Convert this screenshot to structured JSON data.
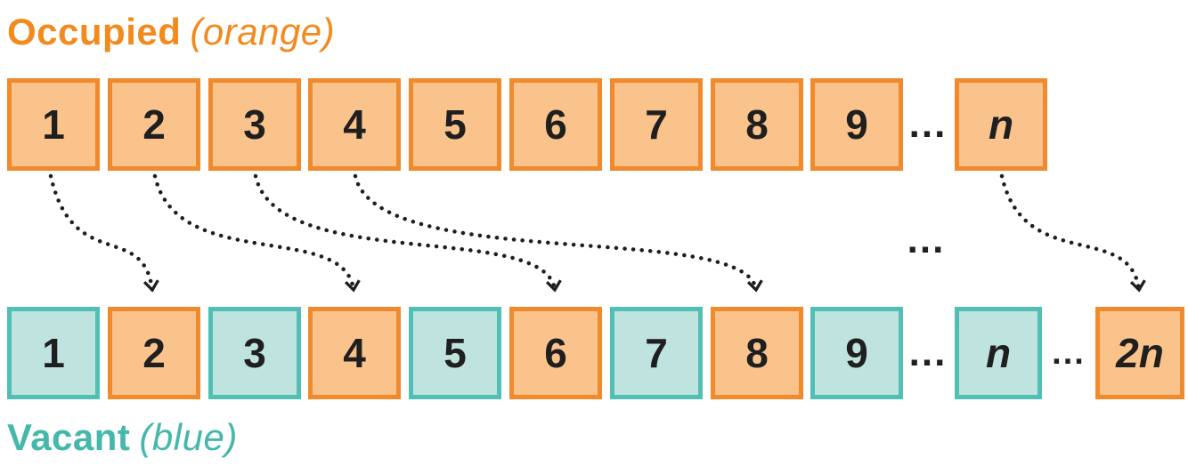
{
  "header": {
    "label_bold": "Occupied",
    "label_italic": "(orange)"
  },
  "footer": {
    "label_bold": "Vacant",
    "label_italic": "(blue)"
  },
  "colors": {
    "orange_fill": "#F9C38B",
    "orange_border": "#F08A2C",
    "teal_fill": "#BFE3DE",
    "teal_border": "#52BFB4",
    "label_orange": "#F28A1E",
    "label_teal": "#45B8AC",
    "arrow": "#1f1f1f"
  },
  "top_row": {
    "boxes": [
      {
        "label": "1",
        "color": "orange"
      },
      {
        "label": "2",
        "color": "orange"
      },
      {
        "label": "3",
        "color": "orange"
      },
      {
        "label": "4",
        "color": "orange"
      },
      {
        "label": "5",
        "color": "orange"
      },
      {
        "label": "6",
        "color": "orange"
      },
      {
        "label": "7",
        "color": "orange"
      },
      {
        "label": "8",
        "color": "orange"
      },
      {
        "label": "9",
        "color": "orange"
      },
      {
        "label": "n",
        "color": "orange",
        "italic": true
      }
    ],
    "ellipsis": "..."
  },
  "bottom_row": {
    "boxes": [
      {
        "label": "1",
        "color": "teal"
      },
      {
        "label": "2",
        "color": "orange"
      },
      {
        "label": "3",
        "color": "teal"
      },
      {
        "label": "4",
        "color": "orange"
      },
      {
        "label": "5",
        "color": "teal"
      },
      {
        "label": "6",
        "color": "orange"
      },
      {
        "label": "7",
        "color": "teal"
      },
      {
        "label": "8",
        "color": "orange"
      },
      {
        "label": "9",
        "color": "teal"
      },
      {
        "label": "n",
        "color": "teal",
        "italic": true
      },
      {
        "label": "2n",
        "color": "orange",
        "italic": true
      }
    ],
    "ellipsis_1": "...",
    "ellipsis_2": "..."
  },
  "middle_ellipsis": "...",
  "arrows": [
    {
      "from": "1",
      "to": "2"
    },
    {
      "from": "2",
      "to": "4"
    },
    {
      "from": "3",
      "to": "6"
    },
    {
      "from": "4",
      "to": "8"
    },
    {
      "from": "n",
      "to": "2n"
    }
  ]
}
